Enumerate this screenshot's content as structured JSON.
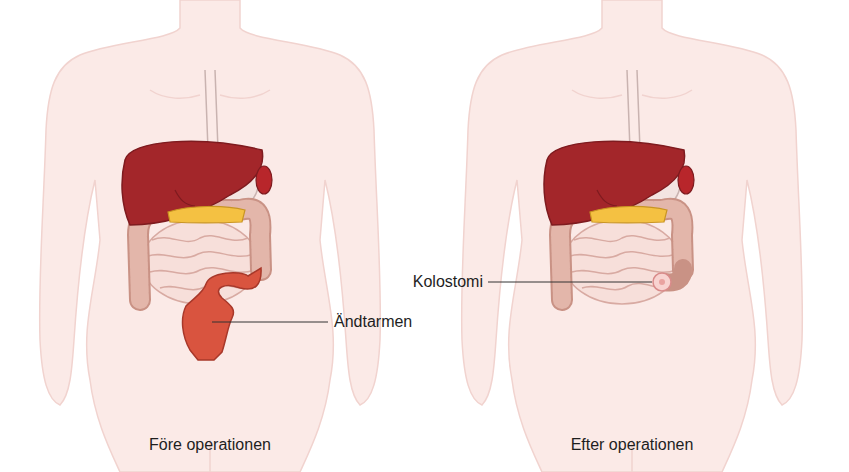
{
  "diagram": {
    "labels": [
      "Kolostomi",
      "Ändtarmen",
      "Före operationen",
      "Efter operationen"
    ]
  }
}
